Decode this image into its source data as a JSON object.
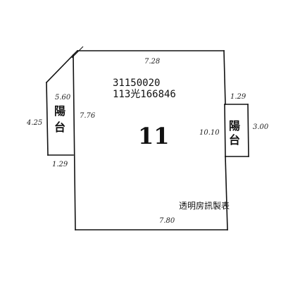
{
  "plan": {
    "parcel_number": "31150020",
    "permit_number": "113光166846",
    "unit_number": "11",
    "credit": "透明房訊製表"
  },
  "main_room": {
    "top_width": "7.28",
    "bottom_width": "7.80",
    "left_height": "7.76",
    "right_height": "10.10"
  },
  "left_balcony": {
    "label_line1": "陽",
    "label_line2": "台",
    "top_dim": "5.60",
    "side_dim": "4.25",
    "bottom_dim": "1.29"
  },
  "right_balcony": {
    "label_line1": "陽",
    "label_line2": "台",
    "top_dim": "1.29",
    "side_dim": "3.00"
  },
  "colors": {
    "ink": "#111111",
    "paper": "#ffffff"
  }
}
